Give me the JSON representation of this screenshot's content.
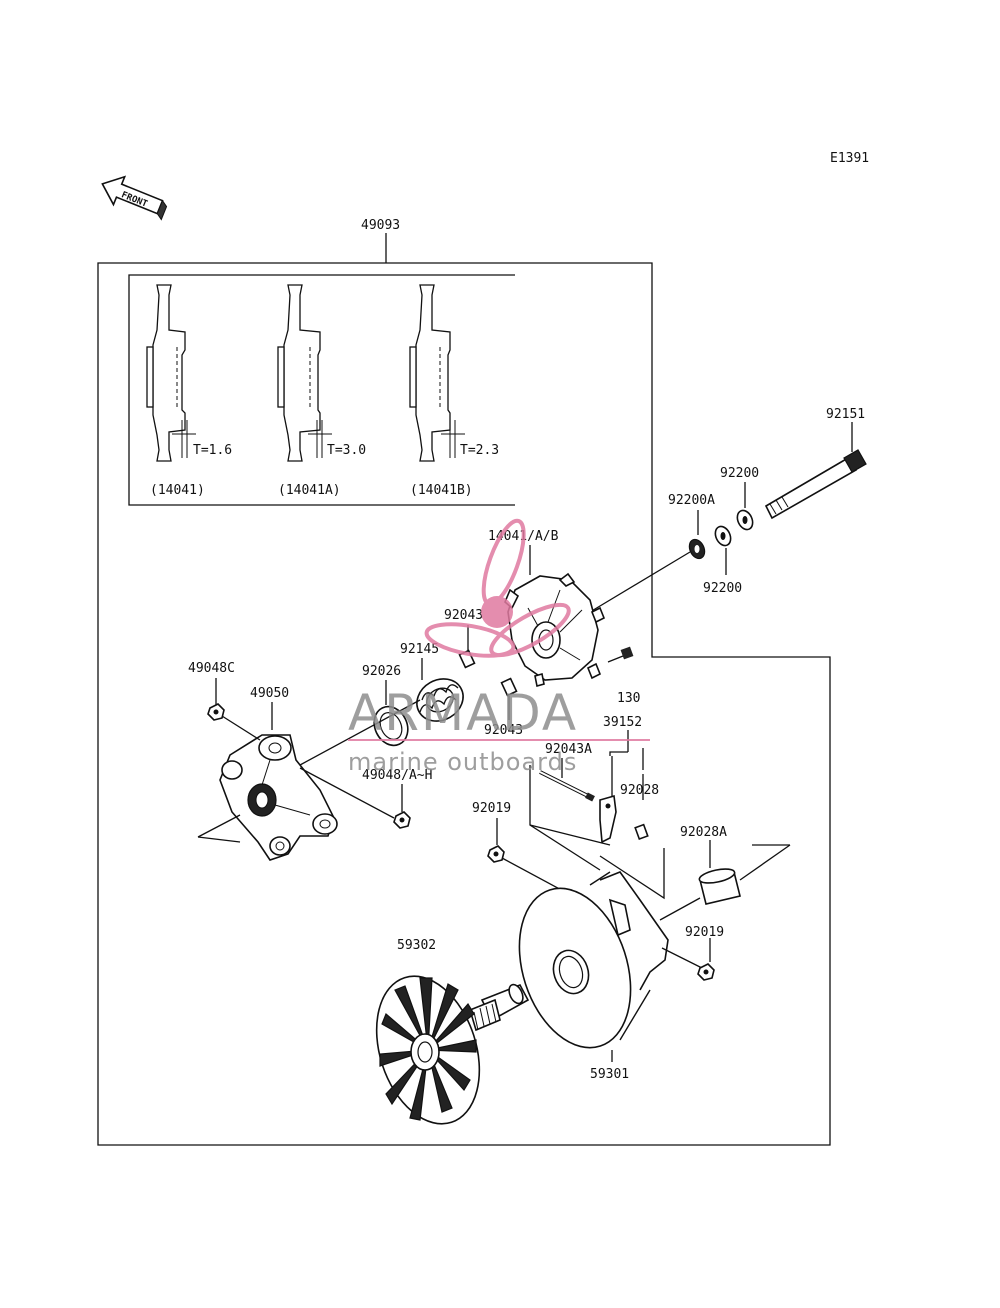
{
  "diagram_code": "E1391",
  "front_label": "FRONT",
  "colors": {
    "line": "#111111",
    "watermark_text": "#8e8e8e",
    "watermark_logo": "#e07aa0"
  },
  "inset": {
    "variants": [
      {
        "thickness": "T=1.6",
        "part": "(14041)"
      },
      {
        "thickness": "T=3.0",
        "part": "(14041A)"
      },
      {
        "thickness": "T=2.3",
        "part": "(14041B)"
      }
    ]
  },
  "parts": {
    "p49093": "49093",
    "p92151": "92151",
    "p92200_top": "92200",
    "p92200A": "92200A",
    "p92200_bottom": "92200",
    "p14041": "14041/A/B",
    "p92043_top": "92043",
    "p92145": "92145",
    "p92026": "92026",
    "p49048C": "49048C",
    "p49050": "49050",
    "p92043_mid": "92043",
    "p130": "130",
    "p39152": "39152",
    "p92043A": "92043A",
    "p49048": "49048/A~H",
    "p92028": "92028",
    "p92019_top": "92019",
    "p92028A": "92028A",
    "p92019_right": "92019",
    "p59302": "59302",
    "p59301": "59301"
  },
  "watermark": {
    "brand": "ARMADA",
    "tagline": "marine outboards"
  }
}
